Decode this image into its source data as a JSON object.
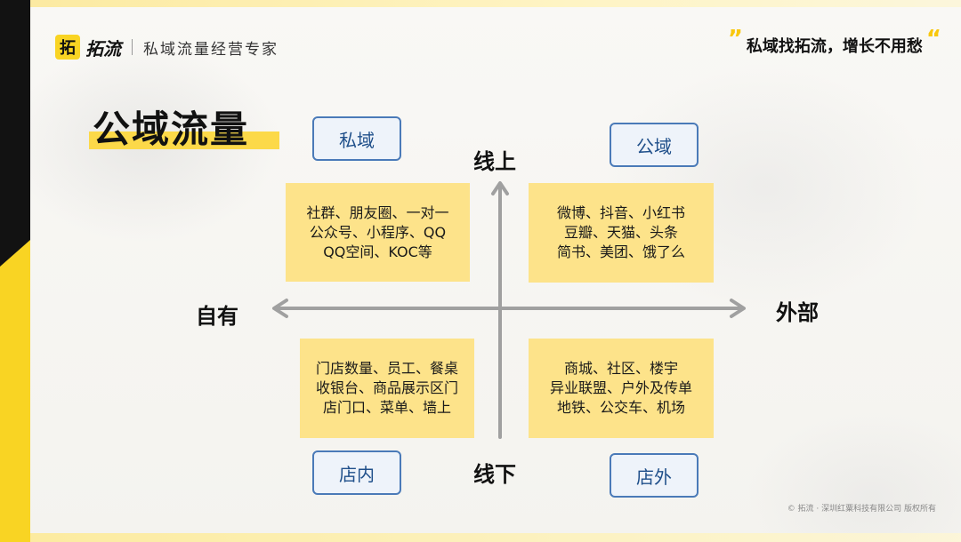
{
  "header": {
    "logo_mark": "拓",
    "logo_name": "拓流",
    "tagline": "私域流量经营专家",
    "slogan_open": "”",
    "slogan": "私域找拓流，增长不用愁",
    "slogan_close": "“"
  },
  "title": "公域流量",
  "axes": {
    "up": "线上",
    "down": "线下",
    "left": "自有",
    "right": "外部"
  },
  "tags": {
    "private": "私域",
    "public": "公域",
    "instore": "店内",
    "outstore": "店外"
  },
  "quadrants": {
    "top_left": [
      "社群、朋友圈、一对一",
      "公众号、小程序、QQ",
      "QQ空间、KOC等"
    ],
    "top_right": [
      "微博、抖音、小红书",
      "豆瓣、天猫、头条",
      "简书、美团、饿了么"
    ],
    "bottom_left": [
      "门店数量、员工、餐桌",
      "收银台、商品展示区门",
      "店门口、菜单、墙上"
    ],
    "bottom_right": [
      "商城、社区、楼宇",
      "异业联盟、户外及传单",
      "地铁、公交车、机场"
    ]
  },
  "colors": {
    "accent_yellow": "#f9d423",
    "quad_fill": "#fde38a",
    "tag_border": "#4a7ab8",
    "axis_gray": "#a0a0a0"
  },
  "footer": {
    "copyright": "© 拓流 · 深圳红粟科技有限公司  版权所有"
  }
}
